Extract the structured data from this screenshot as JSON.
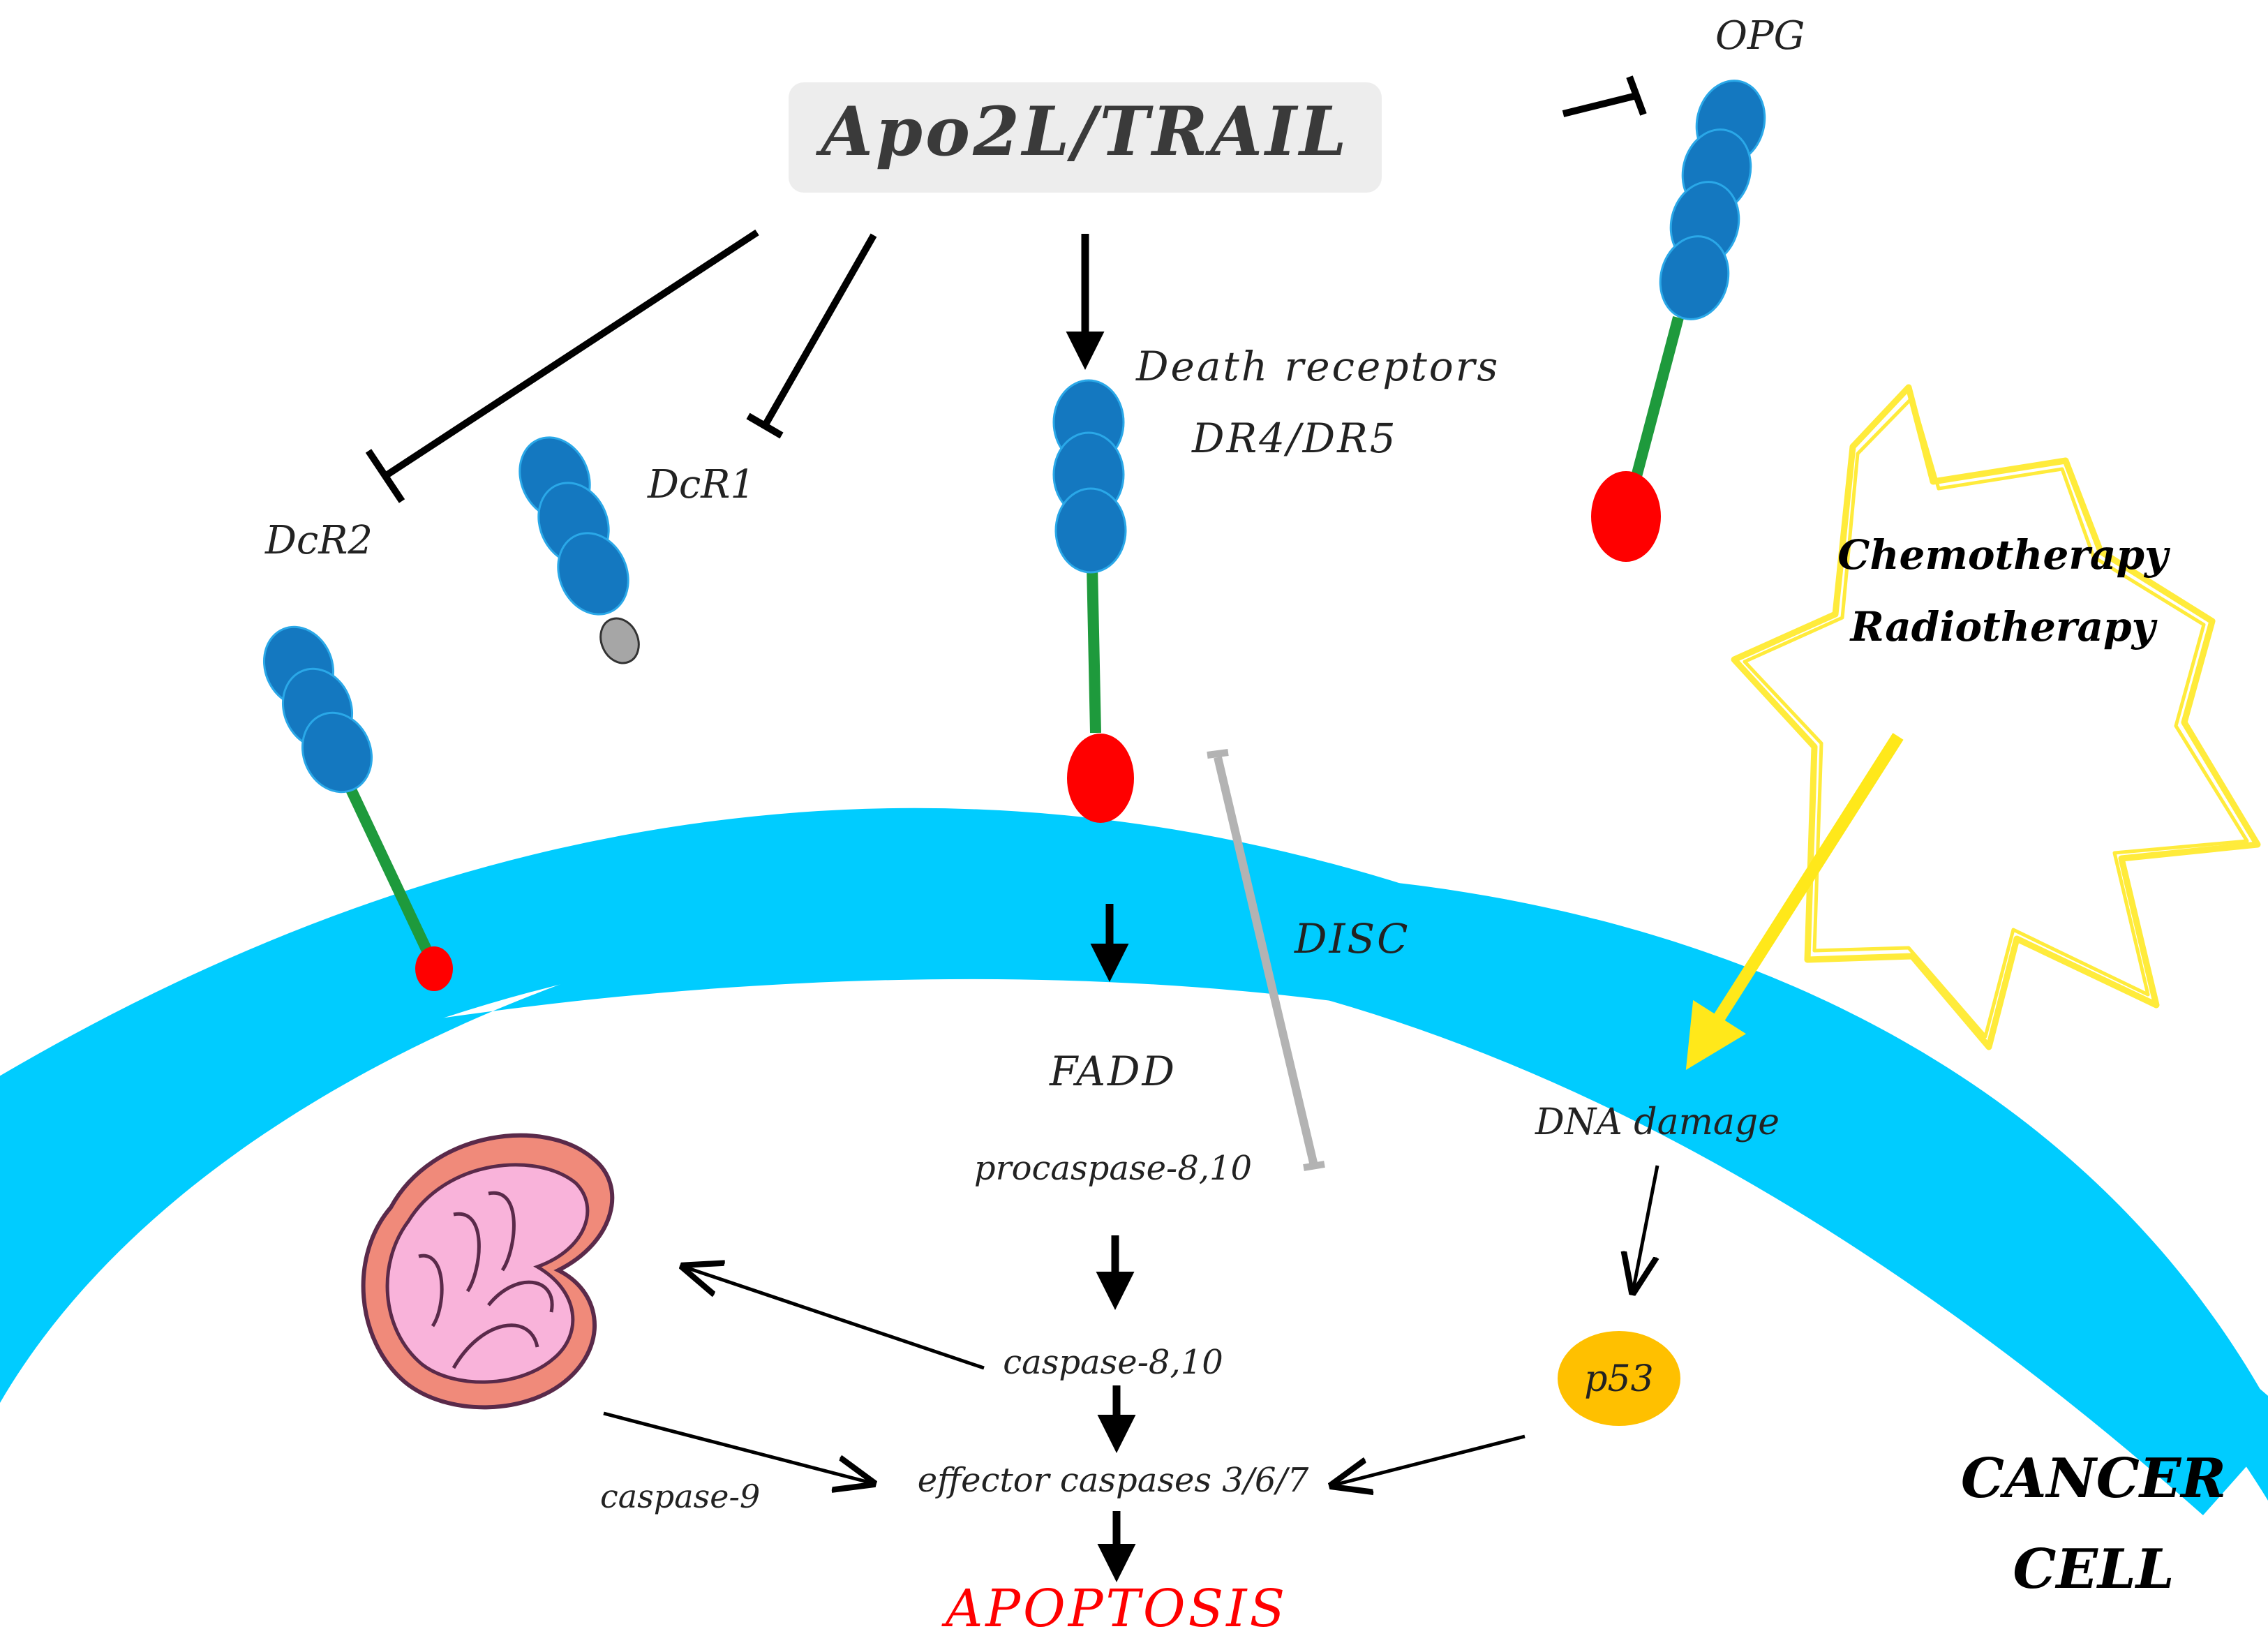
{
  "ligand": {
    "label": "Apo2L/TRAIL"
  },
  "receptors": {
    "dcr2": "DcR2",
    "dcr1": "DcR1",
    "death_receptors_line1": "Death receptors",
    "death_receptors_line2": "DR4/DR5",
    "opg": "OPG"
  },
  "treatment": {
    "line1": "Chemotherapy",
    "line2": "Radiotherapy"
  },
  "pathway": {
    "disc": "DISC",
    "fadd": "FADD",
    "procaspase": "procaspase-8,10",
    "caspase_8_10": "caspase-8,10",
    "caspase_9": "caspase-9",
    "effector_caspases": "effector caspases 3/6/7",
    "apoptosis": "APOPTOSIS",
    "dna_damage": "DNA damage",
    "p53": "p53"
  },
  "cell_label": {
    "line1": "CANCER",
    "line2": "CELL"
  },
  "colors": {
    "membrane": "#00CCFF",
    "receptor_domain": "#1478C0",
    "receptor_stalk": "#1E9A3C",
    "death_domain": "#FF0000",
    "dcr1_anchor": "#A6A6A6",
    "treatment_outline": "#FFEB3B",
    "treatment_arrow": "#FFE81A",
    "p53_fill": "#FFC000",
    "apoptosis_text": "#FF0000",
    "disc_arrow": "#B3B3B3",
    "mito_outer": "#F08A7A",
    "mito_inner": "#F9B3DA"
  }
}
